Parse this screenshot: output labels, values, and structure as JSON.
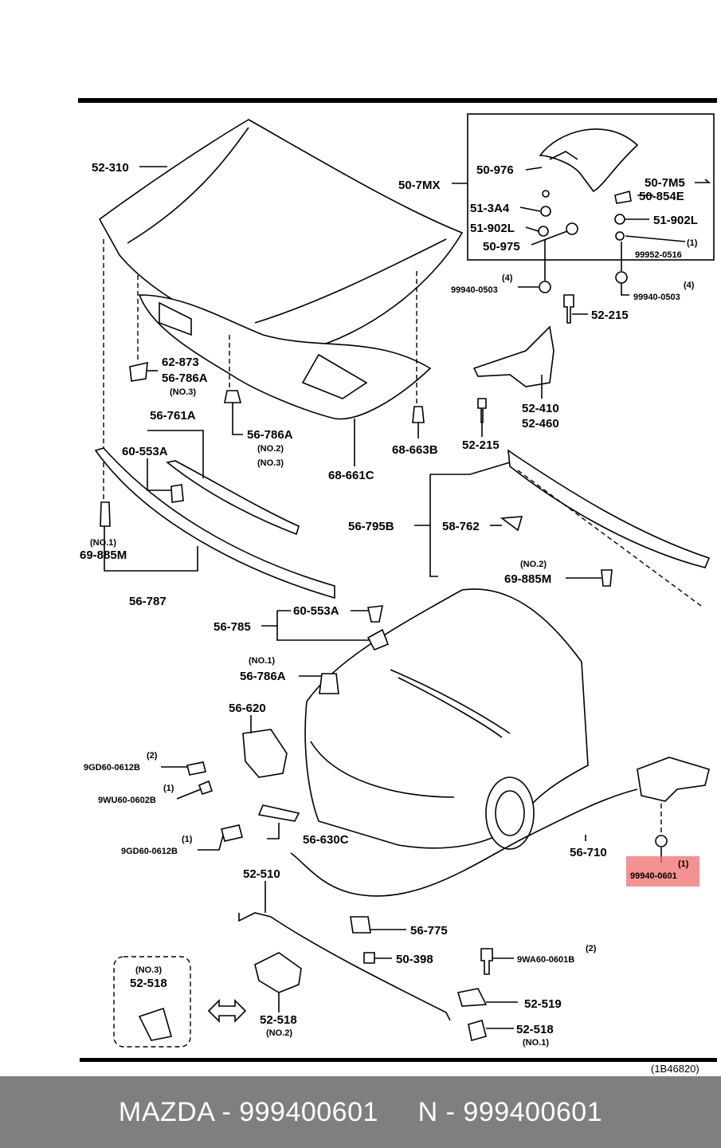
{
  "diagram": {
    "title_code": "(1B46820)",
    "labels": {
      "hood": "52-310",
      "spoiler_assy": "50-7MX",
      "spoiler_1": "50-976",
      "spoiler_2": "51-3A4",
      "spoiler_3": "51-902L",
      "spoiler_4": "50-975",
      "spoiler_5": "50-7M5",
      "spoiler_6": "50-854E",
      "spoiler_7": "51-902L",
      "nut_a": "99952-0516",
      "nut_a_qty": "(1)",
      "clip_a": "99940-0503",
      "clip_a_qty": "(4)",
      "clip_b": "99940-0503",
      "clip_b_qty": "(4)",
      "bolt_52215a": "52-215",
      "hinge_l": "52-410",
      "hinge_r": "52-460",
      "bolt_52215b": "52-215",
      "stopper_62873": "62-873",
      "cushion_56786a": "56-786A",
      "no3_a": "(NO.3)",
      "cushion_56786a2": "56-786A",
      "no2_a": "(NO.2)",
      "no3_b": "(NO.3)",
      "insulator": "68-661C",
      "clip_68663b": "68-663B",
      "seal_56761a": "56-761A",
      "clip_60553a": "60-553A",
      "no1_a": "(NO.1)",
      "clip_69885m": "69-885M",
      "seal_56787": "56-787",
      "seal_56795b": "56-795B",
      "clip_58762": "58-762",
      "no2_b": "(NO.2)",
      "clip_69885m2": "69-885M",
      "seal_56785": "56-785",
      "clip_60553a2": "60-553A",
      "no1_b": "(NO.1)",
      "cushion_56786a3": "56-786A",
      "latch_56620": "56-620",
      "bolt_9gd_qty": "(2)",
      "bolt_9gd": "9GD60-0612B",
      "nut_9wu_qty": "(1)",
      "nut_9wu": "9WU60-0602B",
      "bolt_9gd2_qty": "(1)",
      "bolt_9gd2": "9GD60-0612B",
      "lever_56630c": "56-630C",
      "cable_56710": "56-710",
      "nut_target_qty": "(1)",
      "nut_target": "99940-0601",
      "rod_52510": "52-510",
      "clip_56775": "56-775",
      "clip_50398": "50-398",
      "bolt_9wa_qty": "(2)",
      "bolt_9wa": "9WA60-0601B",
      "holder_52519": "52-519",
      "holder_52518_no1": "52-518",
      "no1_c": "(NO.1)",
      "holder_52518_no2": "52-518",
      "no2_c": "(NO.2)",
      "holder_52518_no3": "52-518",
      "no3_c": "(NO.3)"
    }
  },
  "footer": {
    "left": "MAZDA - 999400601",
    "right": "N - 999400601"
  },
  "colors": {
    "highlight": "#f06e6e",
    "footer_bg": "#7f7f7f"
  }
}
